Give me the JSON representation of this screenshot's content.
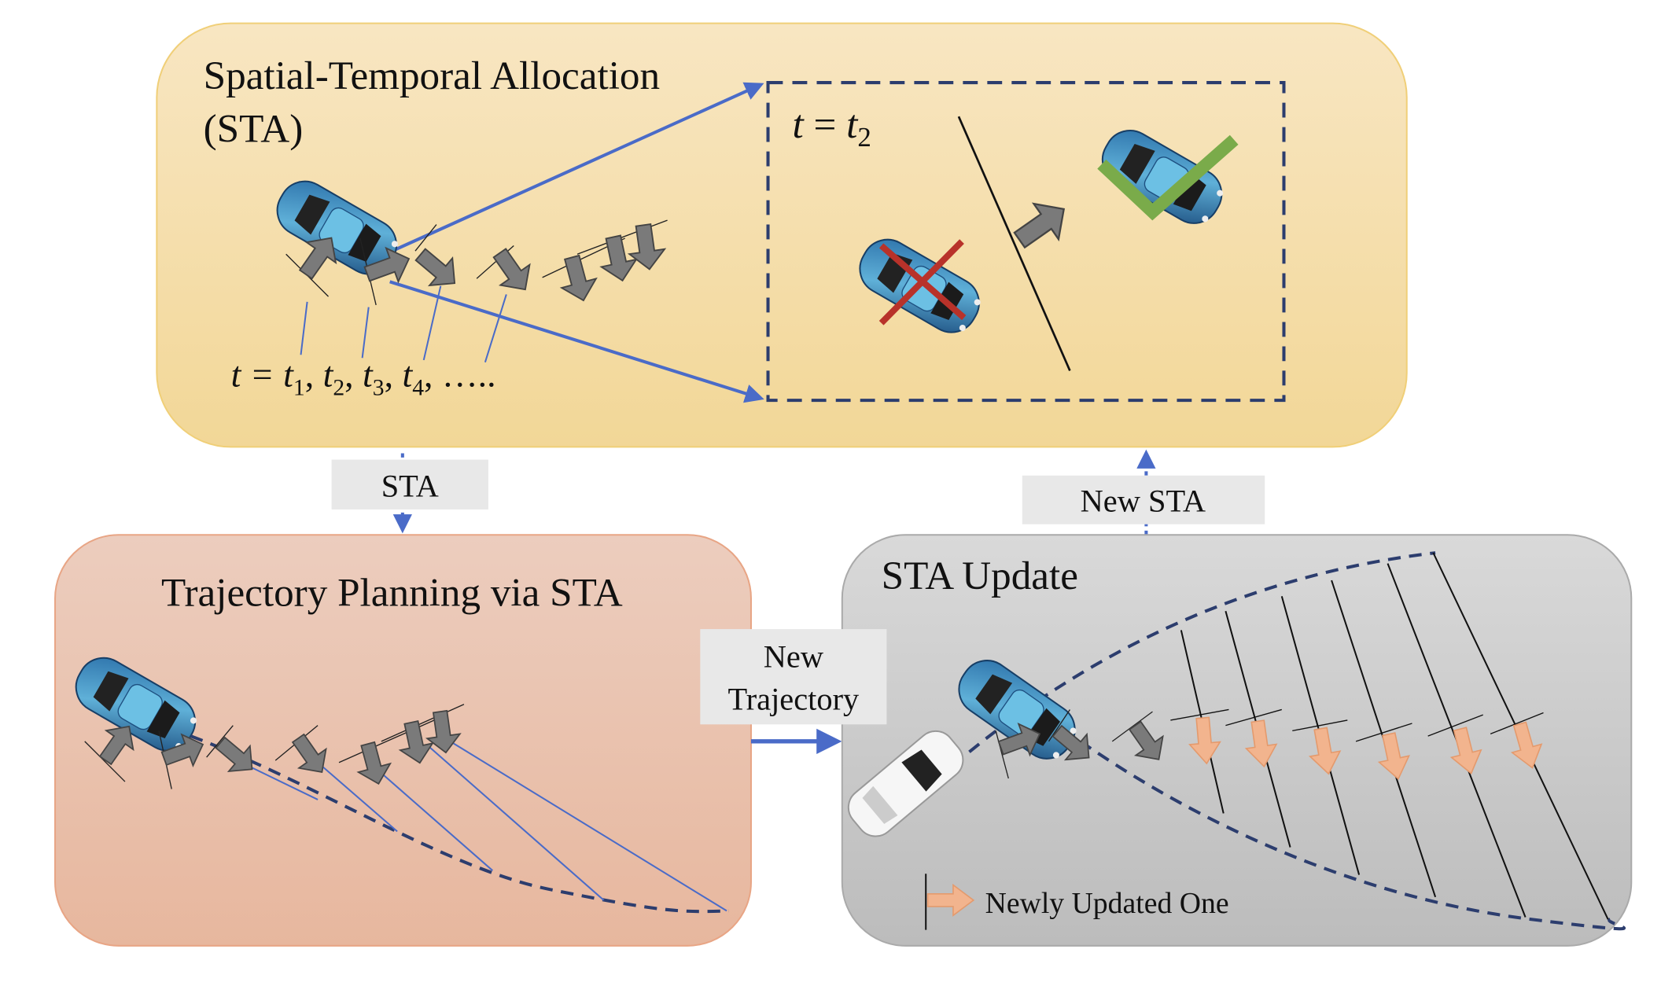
{
  "top_panel": {
    "title_line1": "Spatial-Temporal Allocation",
    "title_line2": "(STA)",
    "zoom_label": {
      "t": "t",
      "eq": " = ",
      "var": "t",
      "sub": "2"
    },
    "time_label": {
      "prefix": "t = ",
      "t1": "t",
      "s1": "1",
      "sep1": ",  ",
      "t2": "t",
      "s2": "2",
      "sep2": ",  ",
      "t3": "t",
      "s3": "3",
      "sep3": ", ",
      "t4": "t",
      "s4": "4",
      "tail": ", ….."
    },
    "reject_mark": "red-x",
    "accept_mark": "green-check"
  },
  "flow_labels": {
    "sta": "STA",
    "new_sta": "New STA",
    "new_trajectory_line1": "New",
    "new_trajectory_line2": "Trajectory"
  },
  "left_panel": {
    "title": "Trajectory Planning via STA"
  },
  "right_panel": {
    "title": "STA  Update",
    "legend": "Newly Updated One"
  },
  "colors": {
    "top_fill": "#f5dfac",
    "left_fill": "#e9c0aa",
    "right_fill": "#c9c9c9",
    "flow_arrow": "#4a6bc8",
    "dashed": "#2c3d6e",
    "updated_arrow": "#f2b48e",
    "block_arrow": "#7a7a7a",
    "reject": "#b8322a",
    "accept": "#7aab4a"
  }
}
